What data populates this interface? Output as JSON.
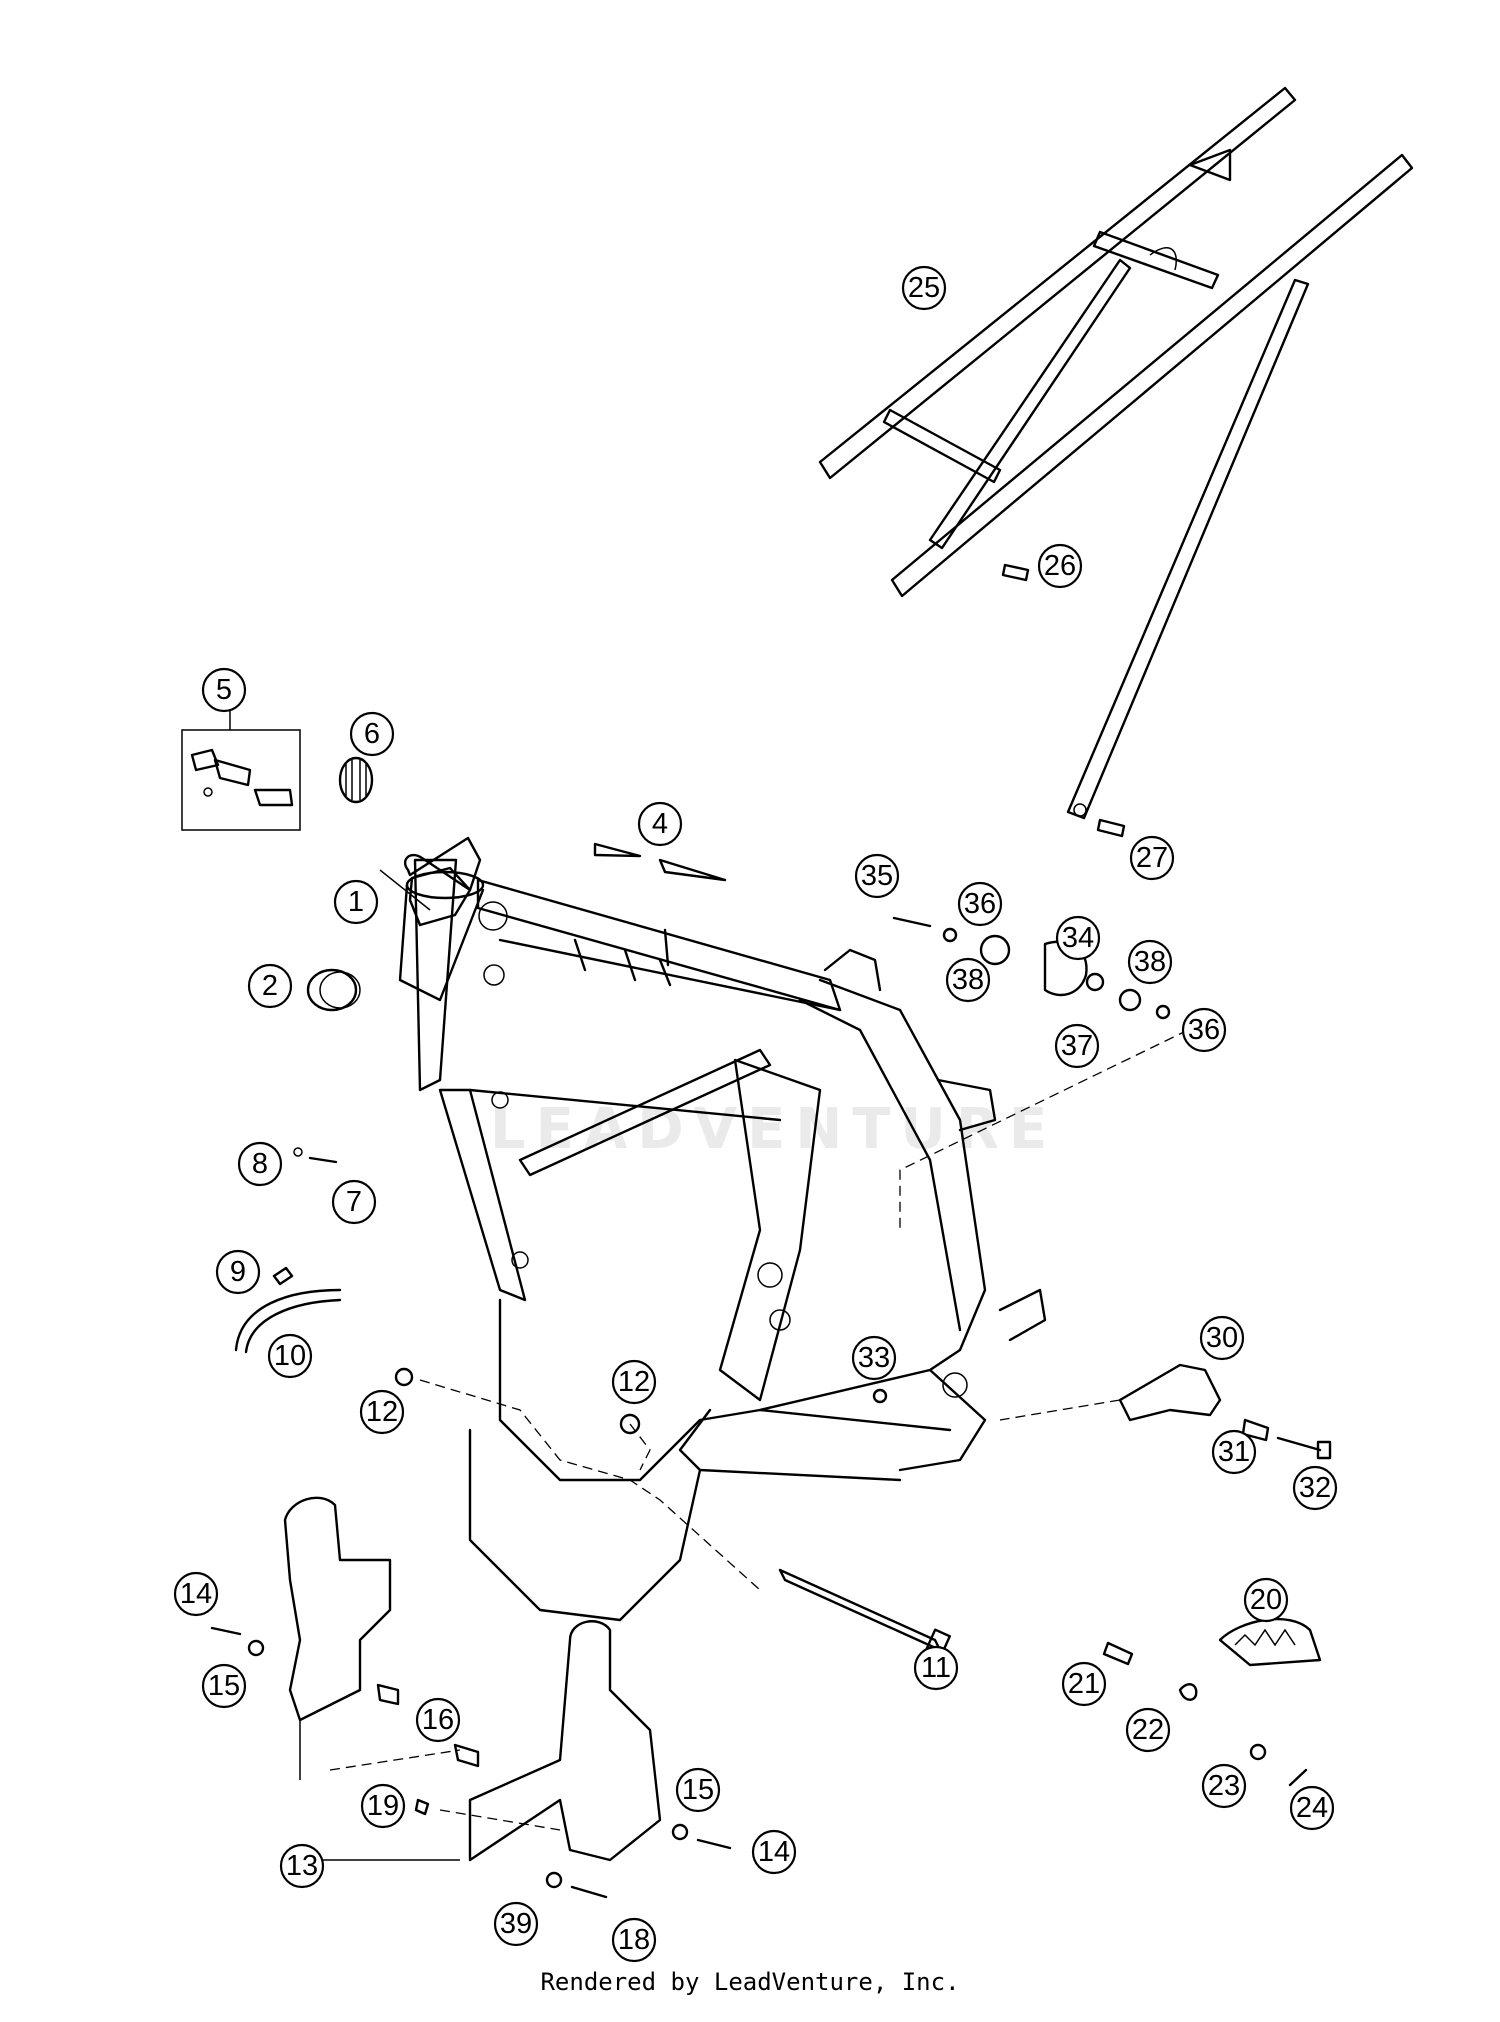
{
  "diagram": {
    "callouts": [
      {
        "id": "callout-1",
        "label": "1"
      },
      {
        "id": "callout-2",
        "label": "2"
      },
      {
        "id": "callout-4",
        "label": "4"
      },
      {
        "id": "callout-5",
        "label": "5"
      },
      {
        "id": "callout-6",
        "label": "6"
      },
      {
        "id": "callout-7",
        "label": "7"
      },
      {
        "id": "callout-8",
        "label": "8"
      },
      {
        "id": "callout-9",
        "label": "9"
      },
      {
        "id": "callout-10",
        "label": "10"
      },
      {
        "id": "callout-11",
        "label": "11"
      },
      {
        "id": "callout-12a",
        "label": "12"
      },
      {
        "id": "callout-12b",
        "label": "12"
      },
      {
        "id": "callout-13",
        "label": "13"
      },
      {
        "id": "callout-14a",
        "label": "14"
      },
      {
        "id": "callout-14b",
        "label": "14"
      },
      {
        "id": "callout-15a",
        "label": "15"
      },
      {
        "id": "callout-15b",
        "label": "15"
      },
      {
        "id": "callout-16",
        "label": "16"
      },
      {
        "id": "callout-18",
        "label": "18"
      },
      {
        "id": "callout-19",
        "label": "19"
      },
      {
        "id": "callout-20",
        "label": "20"
      },
      {
        "id": "callout-21",
        "label": "21"
      },
      {
        "id": "callout-22",
        "label": "22"
      },
      {
        "id": "callout-23",
        "label": "23"
      },
      {
        "id": "callout-24",
        "label": "24"
      },
      {
        "id": "callout-25",
        "label": "25"
      },
      {
        "id": "callout-26",
        "label": "26"
      },
      {
        "id": "callout-27",
        "label": "27"
      },
      {
        "id": "callout-30",
        "label": "30"
      },
      {
        "id": "callout-31",
        "label": "31"
      },
      {
        "id": "callout-32",
        "label": "32"
      },
      {
        "id": "callout-33",
        "label": "33"
      },
      {
        "id": "callout-34",
        "label": "34"
      },
      {
        "id": "callout-35",
        "label": "35"
      },
      {
        "id": "callout-36a",
        "label": "36"
      },
      {
        "id": "callout-36b",
        "label": "36"
      },
      {
        "id": "callout-37",
        "label": "37"
      },
      {
        "id": "callout-38a",
        "label": "38"
      },
      {
        "id": "callout-38b",
        "label": "38"
      },
      {
        "id": "callout-39",
        "label": "39"
      }
    ],
    "watermark": "LEADVENTURE"
  },
  "footer": {
    "credit": "Rendered by LeadVenture, Inc."
  }
}
